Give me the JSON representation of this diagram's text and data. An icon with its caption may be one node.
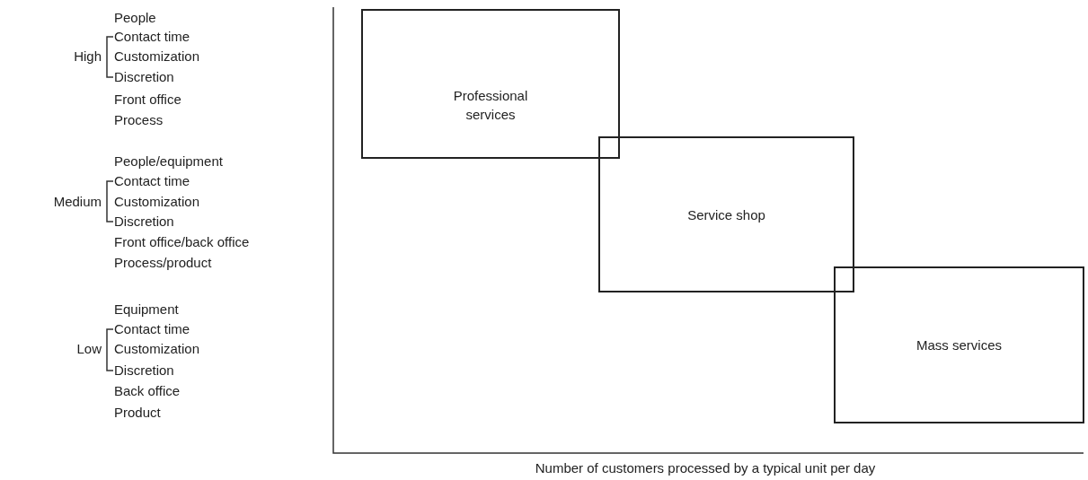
{
  "diagram": {
    "nodes": [
      {
        "text": [
          "Professional services"
        ]
      },
      {
        "text": [
          "Service shop"
        ]
      },
      {
        "text": [
          "Mass services"
        ]
      }
    ],
    "edges": [],
    "labels": [
      "People",
      "High",
      "Contact time",
      "Customization",
      "Discretion",
      "Front office",
      "Process",
      "People/equipment",
      "Medium",
      "Contact time",
      "Customization",
      "Discretion",
      "Front office/back office",
      "Process/product",
      "Equipment",
      "Low",
      "Contact time",
      "Customization",
      "Discretion",
      "Back office",
      "Product",
      "Number of customers processed by a typical unit per day"
    ]
  }
}
